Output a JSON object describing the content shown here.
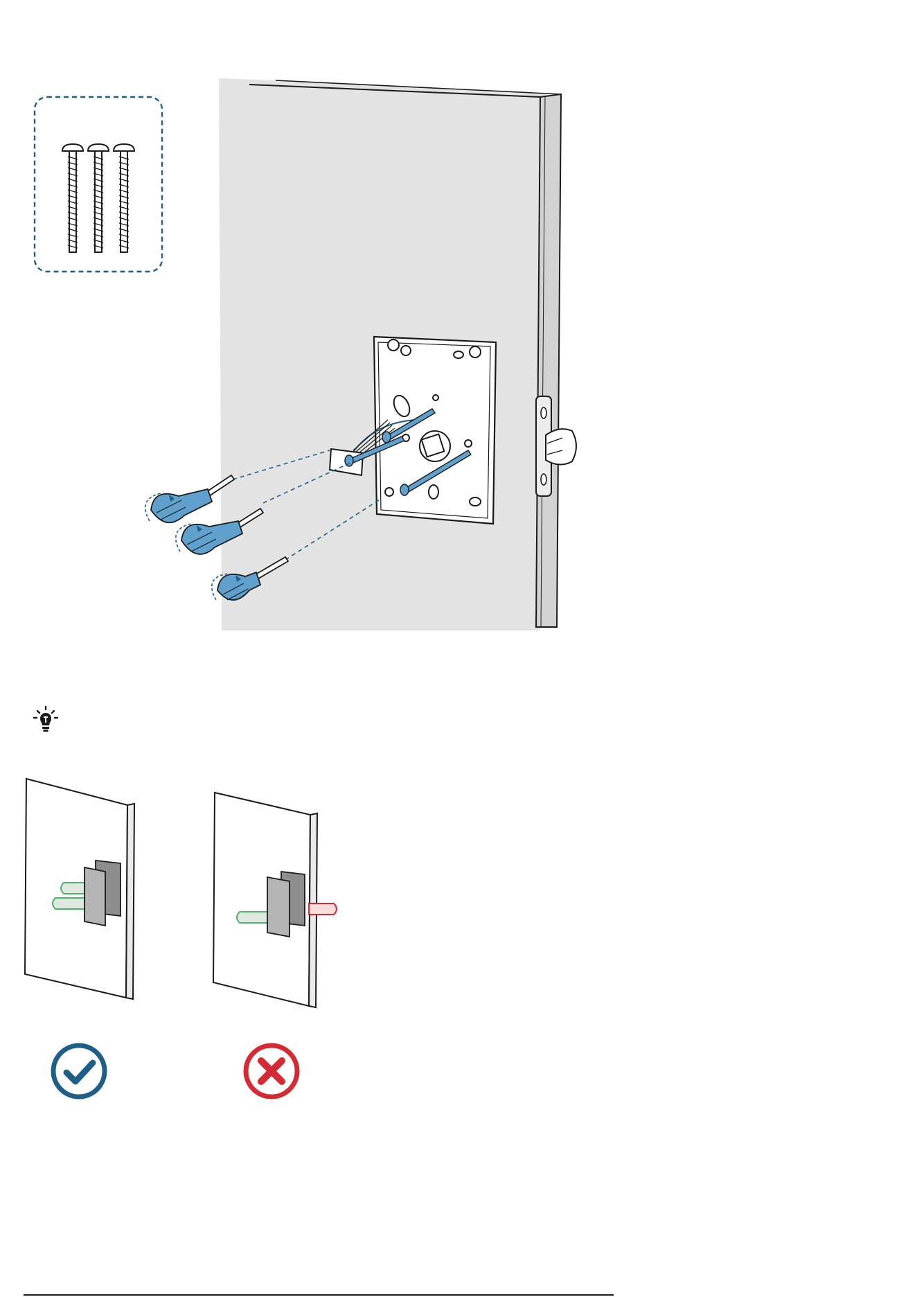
{
  "page": {
    "name": "lock-installation-step",
    "colors": {
      "brand_blue": "#1e5f87",
      "door_gray": "#e3e3e3",
      "screw_blue": "#5fa0cc",
      "ok_green": "#4fb46a",
      "wrong_red": "#d42a33",
      "outline": "#1a1a1a"
    }
  },
  "parts_box": {
    "icon": "screws-icon",
    "screw_count": 3
  },
  "main_illustration": {
    "icon": "door-mounting-plate-screwdriver-icon",
    "screwdriver_count": 3
  },
  "tip": {
    "icon": "lightbulb-tip-icon"
  },
  "comparison": {
    "correct": {
      "icon": "check-circle-icon",
      "status_color": "#1e5f87"
    },
    "incorrect": {
      "icon": "x-circle-icon",
      "status_color": "#d42a33"
    }
  }
}
